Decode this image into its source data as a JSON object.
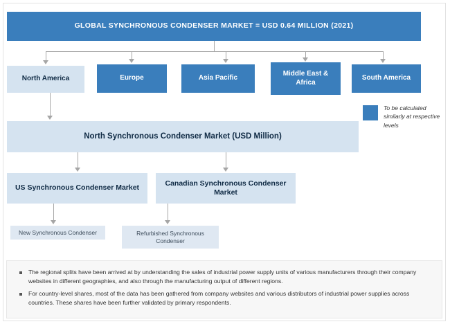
{
  "header": {
    "title": "GLOBAL SYNCHRONOUS CONDENSER MARKET = USD 0.64 MILLION (2021)"
  },
  "regions": [
    {
      "label": "North America",
      "style": "light"
    },
    {
      "label": "Europe",
      "style": "dark"
    },
    {
      "label": "Asia Pacific",
      "style": "dark"
    },
    {
      "label": "Middle East  &\nAfrica",
      "style": "dark"
    },
    {
      "label": "South America",
      "style": "dark"
    }
  ],
  "level3": {
    "label": "North Synchronous Condenser Market (USD Million)"
  },
  "level4": [
    {
      "label": "US Synchronous Condenser Market"
    },
    {
      "label": "Canadian Synchronous Condenser Market"
    }
  ],
  "level5": [
    {
      "label": "New Synchronous Condenser"
    },
    {
      "label": "Refurbished Synchronous Condenser"
    }
  ],
  "legend": {
    "text": "To be calculated similarly at respective levels"
  },
  "footnote": {
    "items": [
      "The regional splits have been arrived at by understanding the sales of industrial power supply units of various manufacturers through their company websites in different geographies, and also through the manufacturing output of different regions.",
      "For country-level shares, most of the data has been gathered from company websites and various distributors of industrial power supplies across countries. These shares have been further validated by primary respondents."
    ]
  },
  "colors": {
    "accent_dark_blue": "#3a7ebc",
    "accent_light_blue": "#d5e3f0",
    "connector_gray": "#a6a6a6",
    "footnote_background": "#f7f7f7"
  }
}
